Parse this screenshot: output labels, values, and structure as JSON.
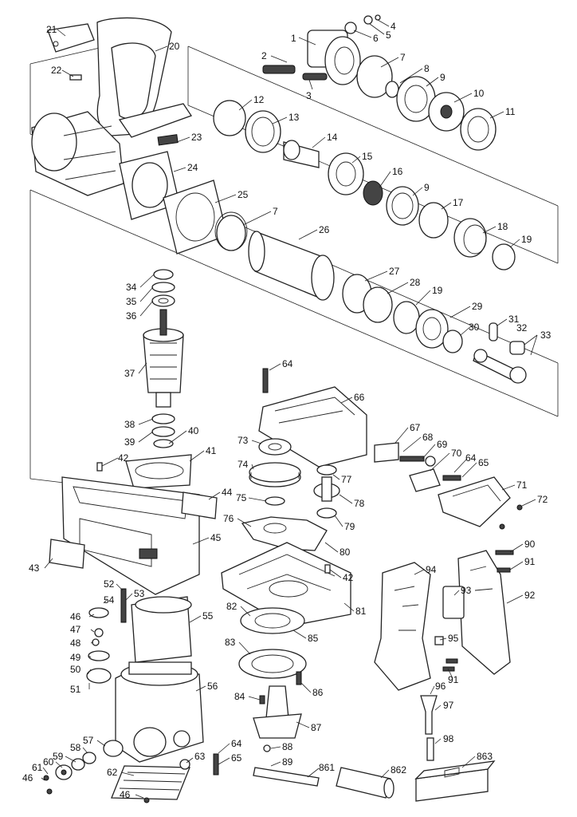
{
  "parts": [
    {
      "no": "1"
    },
    {
      "no": "2"
    },
    {
      "no": "3"
    },
    {
      "no": "4"
    },
    {
      "no": "5"
    },
    {
      "no": "6"
    },
    {
      "no": "7"
    },
    {
      "no": "8"
    },
    {
      "no": "9"
    },
    {
      "no": "10"
    },
    {
      "no": "11"
    },
    {
      "no": "12"
    },
    {
      "no": "13"
    },
    {
      "no": "14"
    },
    {
      "no": "15"
    },
    {
      "no": "16"
    },
    {
      "no": "9"
    },
    {
      "no": "17"
    },
    {
      "no": "18"
    },
    {
      "no": "19"
    },
    {
      "no": "20"
    },
    {
      "no": "21"
    },
    {
      "no": "22"
    },
    {
      "no": "23"
    },
    {
      "no": "24"
    },
    {
      "no": "25"
    },
    {
      "no": "7"
    },
    {
      "no": "26"
    },
    {
      "no": "27"
    },
    {
      "no": "28"
    },
    {
      "no": "19"
    },
    {
      "no": "29"
    },
    {
      "no": "30"
    },
    {
      "no": "31"
    },
    {
      "no": "32"
    },
    {
      "no": "33"
    },
    {
      "no": "34"
    },
    {
      "no": "35"
    },
    {
      "no": "36"
    },
    {
      "no": "37"
    },
    {
      "no": "38"
    },
    {
      "no": "39"
    },
    {
      "no": "40"
    },
    {
      "no": "41"
    },
    {
      "no": "42"
    },
    {
      "no": "43"
    },
    {
      "no": "44"
    },
    {
      "no": "45"
    },
    {
      "no": "46"
    },
    {
      "no": "47"
    },
    {
      "no": "48"
    },
    {
      "no": "49"
    },
    {
      "no": "50"
    },
    {
      "no": "51"
    },
    {
      "no": "52"
    },
    {
      "no": "53"
    },
    {
      "no": "54"
    },
    {
      "no": "55"
    },
    {
      "no": "56"
    },
    {
      "no": "57"
    },
    {
      "no": "58"
    },
    {
      "no": "59"
    },
    {
      "no": "60"
    },
    {
      "no": "61"
    },
    {
      "no": "46"
    },
    {
      "no": "62"
    },
    {
      "no": "46"
    },
    {
      "no": "63"
    },
    {
      "no": "64"
    },
    {
      "no": "65"
    },
    {
      "no": "64"
    },
    {
      "no": "66"
    },
    {
      "no": "67"
    },
    {
      "no": "68"
    },
    {
      "no": "69"
    },
    {
      "no": "70"
    },
    {
      "no": "64"
    },
    {
      "no": "65"
    },
    {
      "no": "71"
    },
    {
      "no": "72"
    },
    {
      "no": "73"
    },
    {
      "no": "74"
    },
    {
      "no": "75"
    },
    {
      "no": "76"
    },
    {
      "no": "77"
    },
    {
      "no": "78"
    },
    {
      "no": "79"
    },
    {
      "no": "80"
    },
    {
      "no": "42"
    },
    {
      "no": "81"
    },
    {
      "no": "82"
    },
    {
      "no": "85"
    },
    {
      "no": "83"
    },
    {
      "no": "86"
    },
    {
      "no": "84"
    },
    {
      "no": "87"
    },
    {
      "no": "88"
    },
    {
      "no": "89"
    },
    {
      "no": "861"
    },
    {
      "no": "862"
    },
    {
      "no": "863"
    },
    {
      "no": "90"
    },
    {
      "no": "91"
    },
    {
      "no": "92"
    },
    {
      "no": "93"
    },
    {
      "no": "94"
    },
    {
      "no": "95"
    },
    {
      "no": "91"
    },
    {
      "no": "96"
    },
    {
      "no": "97"
    },
    {
      "no": "98"
    }
  ]
}
